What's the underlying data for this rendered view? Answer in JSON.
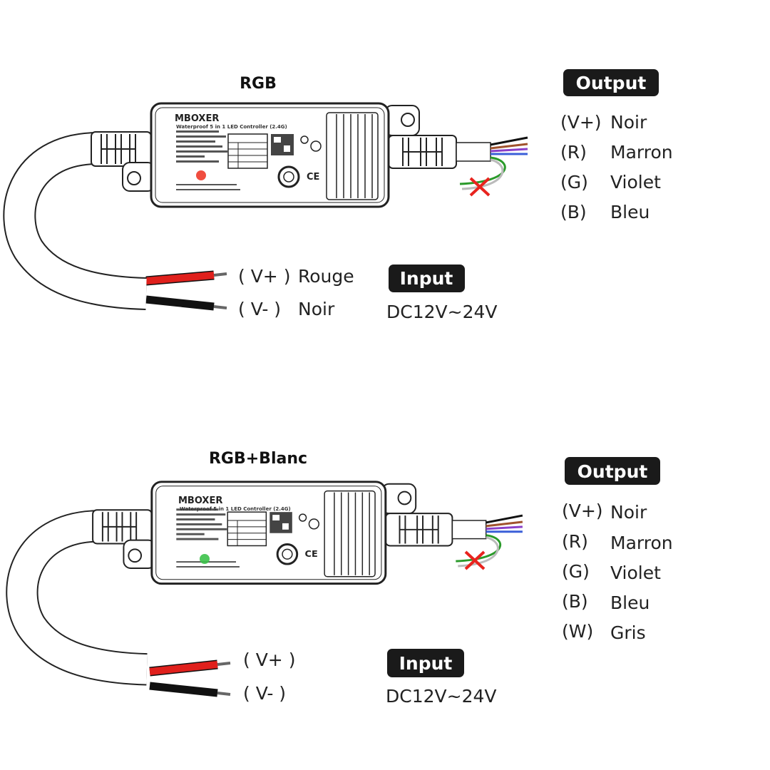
{
  "colors": {
    "badge_bg": "#1a1a1a",
    "wire_red": "#e0201c",
    "wire_black": "#111111",
    "led_rgb": "#ee3a2a",
    "led_rgbw": "#3cc24a",
    "cross": "#e8231e"
  },
  "rgb": {
    "title": "RGB",
    "device": {
      "brand": "MBOXER",
      "subtitle": "Waterproof 5 in 1 LED Controller (2.4G)"
    },
    "output": {
      "badge": "Output",
      "wires": [
        {
          "pin": "(V+)",
          "color": "Noir"
        },
        {
          "pin": "(R)",
          "color": "Marron"
        },
        {
          "pin": "(G)",
          "color": "Violet"
        },
        {
          "pin": "(B)",
          "color": "Bleu"
        }
      ]
    },
    "input": {
      "badge": "Input",
      "voltage": "DC12V~24V",
      "wires": [
        {
          "pin": "( V+ )",
          "color": "Rouge"
        },
        {
          "pin": "( V- )",
          "color": "Noir"
        }
      ]
    }
  },
  "rgbw": {
    "title": "RGB+Blanc",
    "device": {
      "brand": "MBOXER",
      "subtitle": "Waterproof 5 in 1 LED Controller (2.4G)"
    },
    "output": {
      "badge": "Output",
      "wires": [
        {
          "pin": "(V+)",
          "color": "Noir"
        },
        {
          "pin": "(R)",
          "color": "Marron"
        },
        {
          "pin": "(G)",
          "color": "Violet"
        },
        {
          "pin": "(B)",
          "color": "Bleu"
        },
        {
          "pin": "(W)",
          "color": "Gris"
        }
      ]
    },
    "input": {
      "badge": "Input",
      "voltage": "DC12V~24V",
      "wires": [
        {
          "pin": "( V+ )"
        },
        {
          "pin": "( V- )"
        }
      ]
    }
  }
}
